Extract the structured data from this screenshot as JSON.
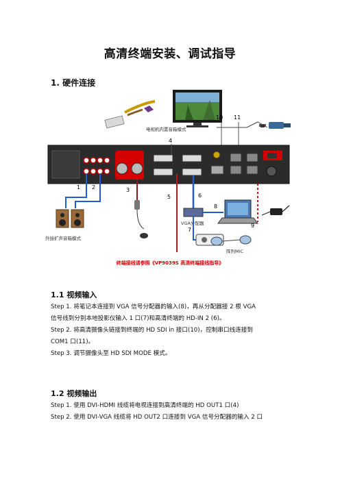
{
  "title": "高清终端安装、调试指导",
  "section1": {
    "heading": "1. 硬件连接"
  },
  "diagram": {
    "labels": {
      "tv_speaker": "电视机内置音箱模式",
      "ext_speaker": "外接扩声音箱模式",
      "vga_splitter": "VGA分配器",
      "array_mic": "阵列MIC"
    },
    "numbers": [
      "1",
      "2",
      "3",
      "4",
      "5",
      "6",
      "7",
      "8",
      "9",
      "10",
      "11"
    ],
    "note": "终端接线请参照《VP9039S 高清终端接线指导》"
  },
  "section1_1": {
    "heading": "1.1 视频输入",
    "lines": [
      "Step  1.  将笔记本连接到 VGA 信号分配器的输入(8)，再从分配器接 2 根 VGA",
      "信号线到分别本地投影仪输入 1 口(7)和高清终端的 HD-IN 2 (6)。",
      "Step  2.  将高清摄像头链接到终端的  HD  SDI  in  接口(10)，控制串口线连接到",
      "COM1 口(11)。",
      "Step 3.  调节摄像头至 HD SDI MODE 模式。"
    ]
  },
  "section1_2": {
    "heading": "1.2 视频输出",
    "lines": [
      "Step 1.  使用 DVI-HDMI 线缆将电视连接到高清终端的 HD OUT1  口(4)",
      "Step 2.  使用 DVI-VGA 线缆将 HD OUT2 口连接到 VGA 信号分配器的输入 2 口"
    ]
  }
}
